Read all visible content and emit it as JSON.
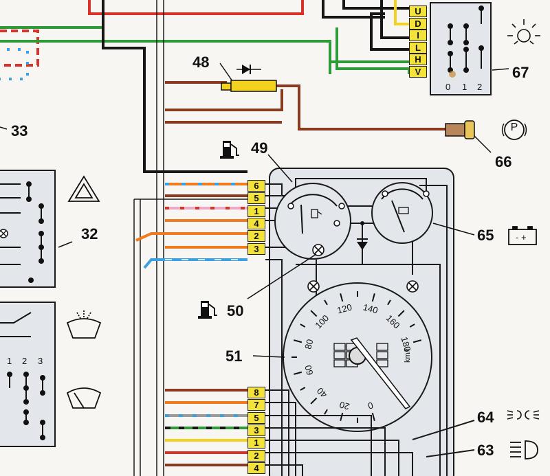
{
  "labels": {
    "c33": "33",
    "c32": "32",
    "c48": "48",
    "c49": "49",
    "c50": "50",
    "c51": "51",
    "c63": "63",
    "c64": "64",
    "c65": "65",
    "c66": "66",
    "c67": "67"
  },
  "connector_top": [
    "6",
    "5",
    "1",
    "4",
    "2",
    "3"
  ],
  "connector_bottom": [
    "8",
    "7",
    "5",
    "3",
    "1",
    "2",
    "4"
  ],
  "switch67_pins": [
    "U",
    "D",
    "I",
    "L",
    "H",
    "V"
  ],
  "switch67_positions": [
    "0",
    "1",
    "2"
  ],
  "switch_left_positions": [
    "1",
    "2",
    "3"
  ],
  "speedo": {
    "unit": "km/h",
    "ticks": [
      "0",
      "20",
      "40",
      "60",
      "80",
      "100",
      "120",
      "140",
      "160",
      "180"
    ]
  },
  "battery_signs": "- +",
  "parking_symbol": "P",
  "colors": {
    "wire_red": "#d8322b",
    "wire_green": "#2f9a3a",
    "wire_black": "#161616",
    "wire_brown": "#8a3a1e",
    "wire_orange": "#f07a1e",
    "wire_blue": "#3aa0e0",
    "wire_pink": "#f0a8c8",
    "wire_grey": "#9a9a9a",
    "wire_yellow": "#f2d21e",
    "connector_fill": "#f2e23a",
    "panel_fill": "#e3e6ea"
  }
}
